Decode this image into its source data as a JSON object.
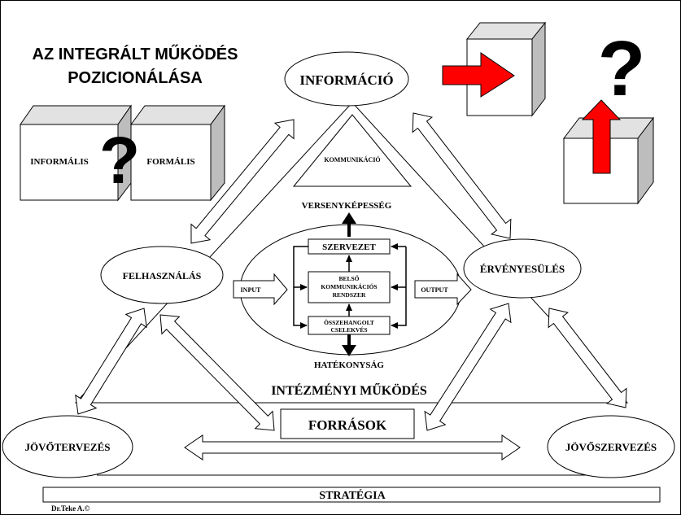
{
  "headline": [
    "AZ INTEGRÁLT MŰKÖDÉS",
    "POZICIONÁLÁSA"
  ],
  "nodes": {
    "informacio": "INFORMÁCIÓ",
    "felhasznalas": "FELHASZNÁLÁS",
    "ervenyesules": "ÉRVÉNYESÜLÉS",
    "jovotervezes": "JÖVŐTERVEZÉS",
    "jovoszervezes": "JÖVŐSZERVEZÉS"
  },
  "cubes": {
    "left": "INFORMÁLIS",
    "right": "FORMÁLIS",
    "question": "?"
  },
  "triangle": {
    "apex": "KOMMUNIKÁCIÓ",
    "top_result": "VERSENYKÉPESSÉG",
    "bottom_result": "HATÉKONYSÁG",
    "base_label": "INTÉZMÉNYI MŰKÖDÉS"
  },
  "center": {
    "box1": "SZERVEZET",
    "box2": [
      "BELSŐ",
      "KOMMUNIKÁCIÓS",
      "RENDSZER"
    ],
    "box3": [
      "ÖSSZEHANGOLT",
      "CSELEKVÉS"
    ],
    "input": "INPUT",
    "output": "OUTPUT"
  },
  "sources": "FORRÁSOK",
  "strategy": "STRATÉGIA",
  "author": "Dr.Teke A.©",
  "colors": {
    "arrow_red": "#ff0000",
    "cube_side": "#bdbdbd",
    "cube_top": "#e2e2e2"
  }
}
